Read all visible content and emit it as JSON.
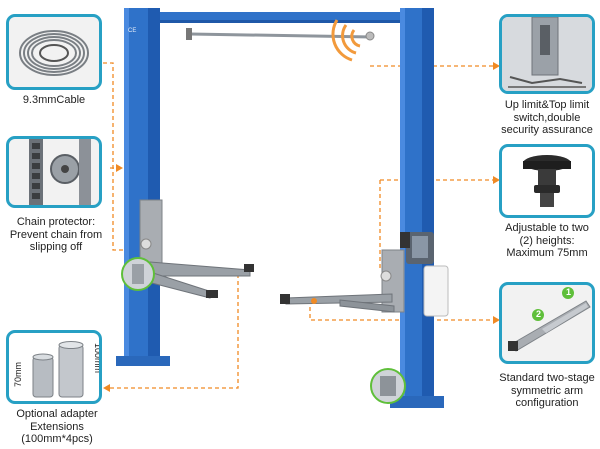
{
  "ce_mark": "CE",
  "features": {
    "cable": {
      "caption": "9.3mmCable"
    },
    "chain": {
      "caption_lines": [
        "Chain protector:",
        "Prevent chain from",
        "slipping off"
      ]
    },
    "adapter": {
      "caption_lines": [
        "Optional adapter",
        "Extensions",
        "(100mm*4pcs)"
      ],
      "dim_tall": "100mm",
      "dim_short": "70mm"
    },
    "limit_switch": {
      "caption_lines": [
        "Up limit&Top limit",
        "switch,double",
        "security assurance"
      ]
    },
    "pad": {
      "caption_lines": [
        "Adjustable to two",
        "(2) heights:",
        "Maximum 75mm"
      ]
    },
    "arm": {
      "caption_lines": [
        "Standard two-stage",
        "symmetric arm",
        "configuration"
      ],
      "badge_1": "1",
      "badge_2": "2"
    }
  },
  "colors": {
    "frame_border": "#27a0c4",
    "column_blue": "#2f72c9",
    "leader_orange": "#f08a24",
    "badge_green": "#5fbf3a"
  }
}
